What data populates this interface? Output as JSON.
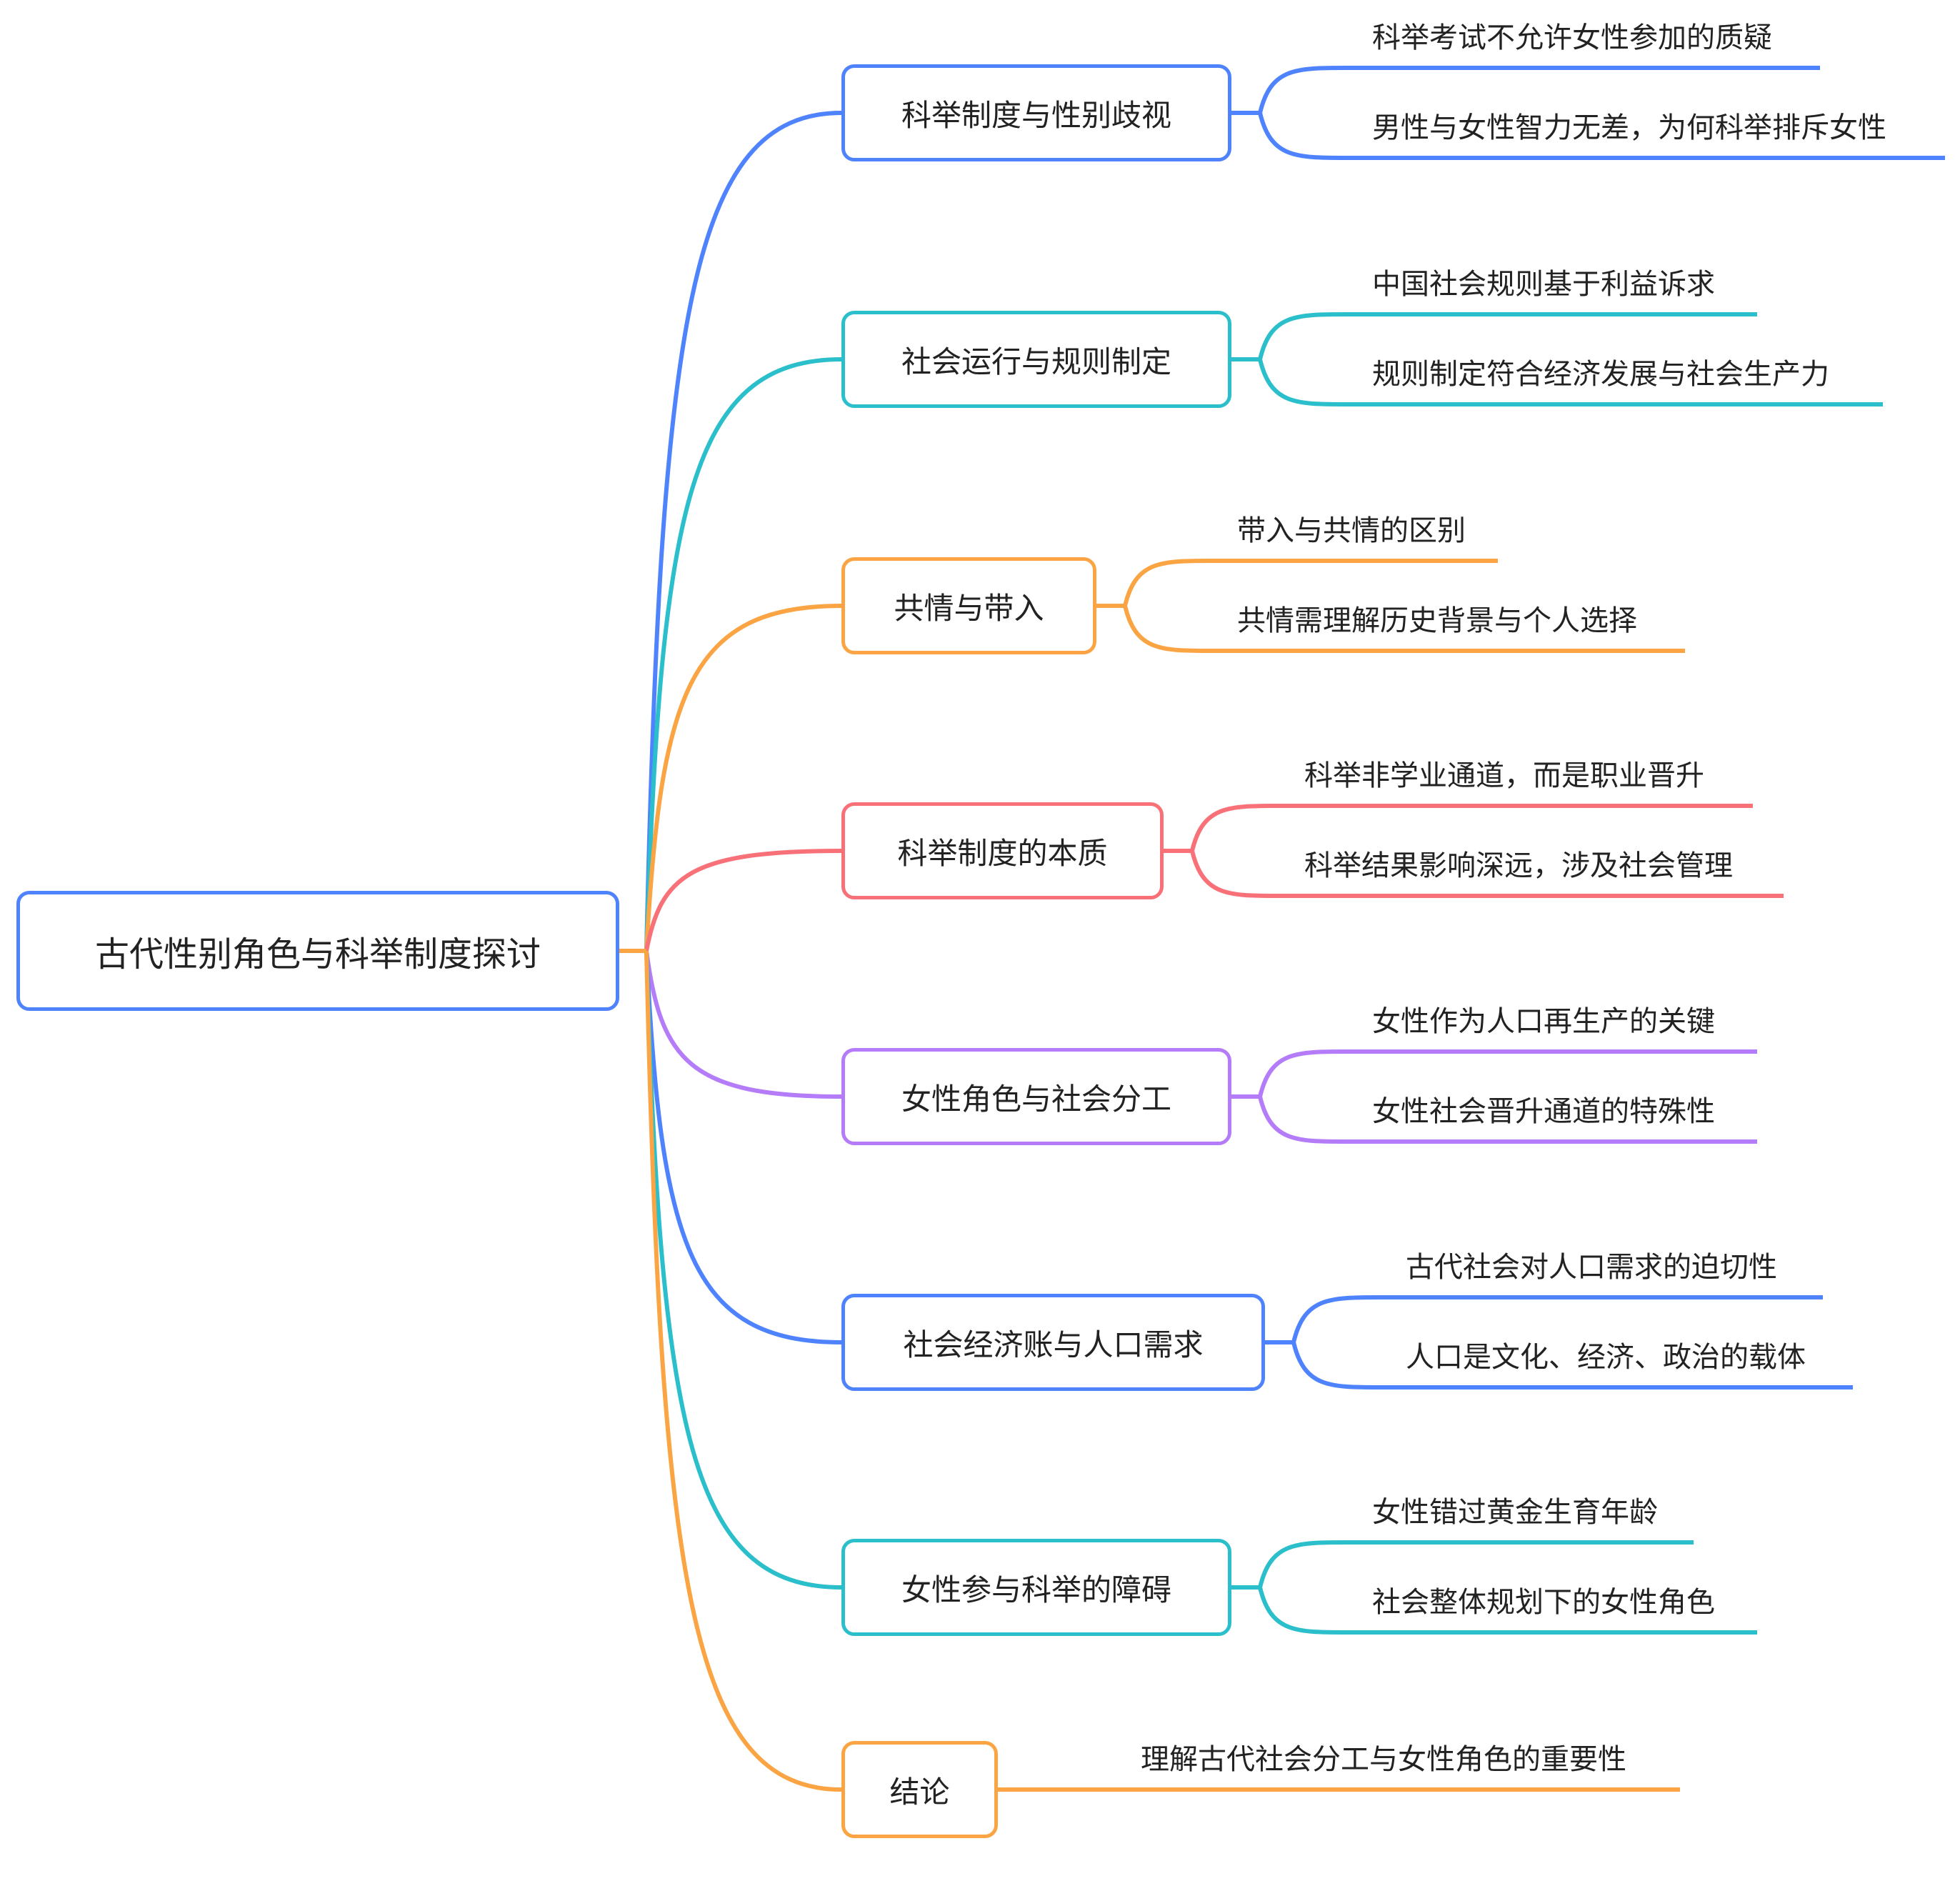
{
  "root": {
    "label": "古代性别角色与科举制度探讨",
    "color": "#4E83FD"
  },
  "topics": [
    {
      "label": "科举制度与性别歧视",
      "color": "#4E83FD",
      "children": [
        "科举考试不允许女性参加的质疑",
        "男性与女性智力无差，为何科举排斥女性"
      ]
    },
    {
      "label": "社会运行与规则制定",
      "color": "#2BBFCB",
      "children": [
        "中国社会规则基于利益诉求",
        "规则制定符合经济发展与社会生产力"
      ]
    },
    {
      "label": "共情与带入",
      "color": "#FBA443",
      "children": [
        "带入与共情的区别",
        "共情需理解历史背景与个人选择"
      ]
    },
    {
      "label": "科举制度的本质",
      "color": "#F87178",
      "children": [
        "科举非学业通道，而是职业晋升",
        "科举结果影响深远，涉及社会管理"
      ]
    },
    {
      "label": "女性角色与社会分工",
      "color": "#B47CF9",
      "children": [
        "女性作为人口再生产的关键",
        "女性社会晋升通道的特殊性"
      ]
    },
    {
      "label": "社会经济账与人口需求",
      "color": "#4E83FD",
      "children": [
        "古代社会对人口需求的迫切性",
        "人口是文化、经济、政治的载体"
      ]
    },
    {
      "label": "女性参与科举的障碍",
      "color": "#2BBFCB",
      "children": [
        "女性错过黄金生育年龄",
        "社会整体规划下的女性角色"
      ]
    },
    {
      "label": "结论",
      "color": "#FBA443",
      "children": [
        "理解古代社会分工与女性角色的重要性"
      ]
    }
  ]
}
